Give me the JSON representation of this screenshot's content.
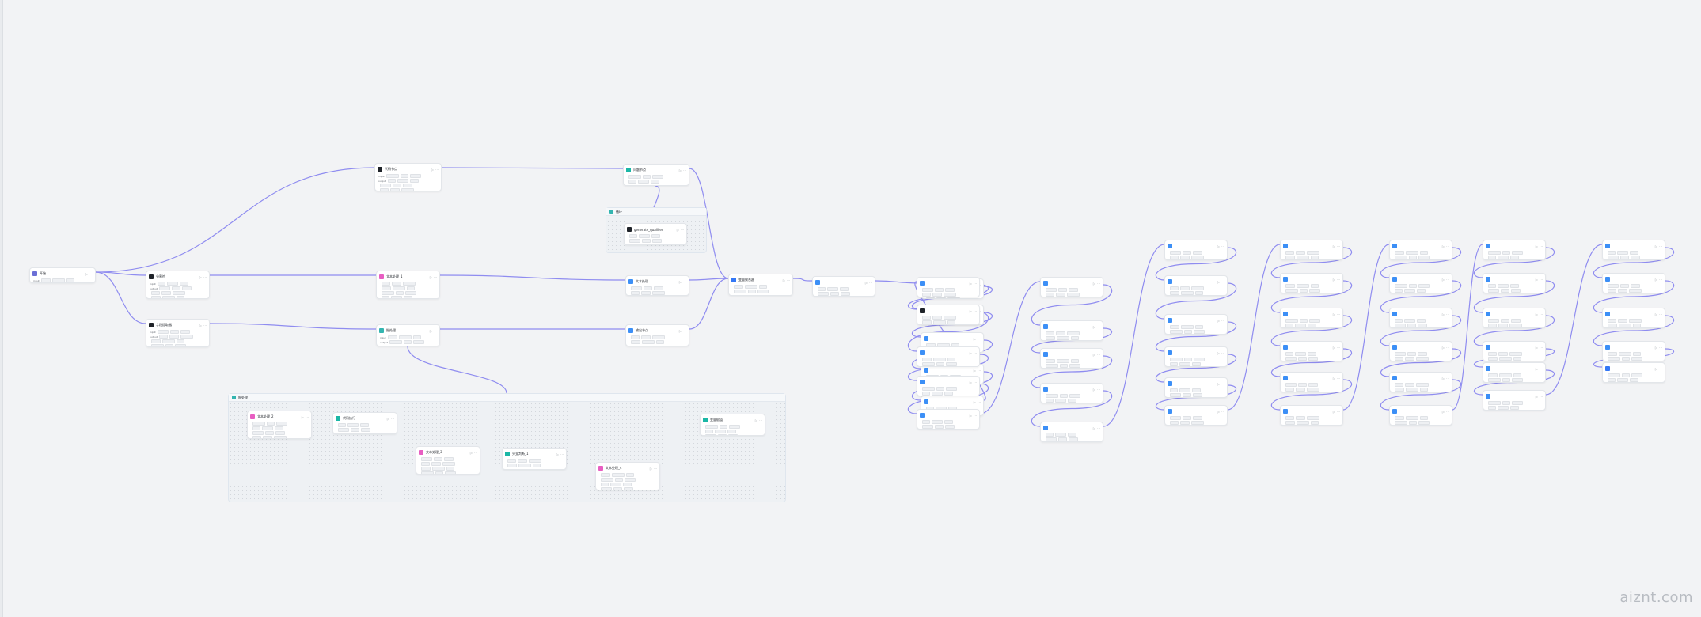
{
  "colors": {
    "edge": "#8f8cf0",
    "start": "#6b6fd6",
    "code": "#1f2329",
    "tool": "#3c8ff6",
    "text": "#e85ec2",
    "loop": "#33b5b0",
    "condition": "#1bb7a6",
    "llm": "#3c8ff6",
    "var": "#3478f6"
  },
  "watermark": "aiznt.com",
  "groups": [
    {
      "id": "g1",
      "title": "循环"
    },
    {
      "id": "g2",
      "title": "批处理"
    }
  ],
  "nodes": [
    {
      "id": "start",
      "title": "开始",
      "icon": "start-icon",
      "color": "start",
      "rows": [
        "input"
      ]
    },
    {
      "id": "n1",
      "title": "代码节点",
      "icon": "code-icon",
      "color": "code",
      "rows": [
        "input",
        "output",
        "",
        ""
      ]
    },
    {
      "id": "n2",
      "title": "分割符",
      "icon": "code-icon",
      "color": "code",
      "rows": [
        "input",
        "output",
        "",
        ""
      ]
    },
    {
      "id": "n3",
      "title": "字段提取器",
      "icon": "code-icon",
      "color": "code",
      "rows": [
        "input",
        "output",
        "",
        ""
      ]
    },
    {
      "id": "n4",
      "title": "文本处理_1",
      "icon": "text-icon",
      "color": "text",
      "rows": [
        "",
        "",
        "",
        ""
      ]
    },
    {
      "id": "n5",
      "title": "批处理",
      "icon": "loop-icon",
      "color": "loop",
      "rows": [
        "input",
        "output"
      ]
    },
    {
      "id": "n6",
      "title": "问题节点",
      "icon": "condition-icon",
      "color": "condition",
      "rows": [
        "",
        ""
      ]
    },
    {
      "id": "n7",
      "title": "generate_qualified",
      "icon": "code-icon",
      "color": "code",
      "rows": [
        "",
        ""
      ]
    },
    {
      "id": "n8",
      "title": "文本处理",
      "icon": "tool-icon",
      "color": "tool",
      "rows": [
        "",
        ""
      ]
    },
    {
      "id": "n9",
      "title": "输出节点",
      "icon": "tool-icon",
      "color": "tool",
      "rows": [
        "",
        ""
      ]
    },
    {
      "id": "n10",
      "title": "变量聚合器",
      "icon": "var-icon",
      "color": "var",
      "rows": [
        "",
        ""
      ]
    },
    {
      "id": "l1",
      "title": "文本处理_2",
      "icon": "text-icon",
      "color": "text",
      "rows": [
        "",
        "",
        "",
        ""
      ]
    },
    {
      "id": "l2",
      "title": "代码执行",
      "icon": "condition-icon",
      "color": "condition",
      "rows": [
        "",
        ""
      ]
    },
    {
      "id": "l3",
      "title": "文本处理_3",
      "icon": "text-icon",
      "color": "text",
      "rows": [
        "",
        "",
        "",
        ""
      ]
    },
    {
      "id": "l4",
      "title": "分支判断_1",
      "icon": "condition-icon",
      "color": "condition",
      "rows": [
        "",
        ""
      ]
    },
    {
      "id": "l5",
      "title": "文本处理_4",
      "icon": "text-icon",
      "color": "text",
      "rows": [
        "",
        "",
        "",
        ""
      ]
    },
    {
      "id": "l6",
      "title": "变量赋值",
      "icon": "condition-icon",
      "color": "condition",
      "rows": [
        "",
        "",
        ""
      ]
    },
    {
      "id": "c0",
      "title": "",
      "icon": "llm-icon",
      "color": "llm",
      "rows": [
        "",
        ""
      ]
    },
    {
      "id": "c1a",
      "title": "",
      "icon": "llm-icon",
      "color": "llm",
      "rows": [
        "",
        ""
      ]
    },
    {
      "id": "c1b",
      "title": "",
      "icon": "llm-icon",
      "color": "llm",
      "rows": [
        "",
        ""
      ]
    },
    {
      "id": "c1c",
      "title": "",
      "icon": "llm-icon",
      "color": "llm",
      "rows": [
        "",
        ""
      ]
    },
    {
      "id": "c1d",
      "title": "",
      "icon": "llm-icon",
      "color": "llm",
      "rows": [
        "",
        ""
      ]
    },
    {
      "id": "c1e",
      "title": "",
      "icon": "llm-icon",
      "color": "llm",
      "rows": [
        "",
        ""
      ]
    },
    {
      "id": "c2a",
      "title": "",
      "icon": "llm-icon",
      "color": "llm",
      "rows": [
        "",
        ""
      ]
    },
    {
      "id": "c2b",
      "title": "",
      "icon": "code-icon",
      "color": "code",
      "rows": [
        "",
        ""
      ]
    },
    {
      "id": "c2c",
      "title": "",
      "icon": "llm-icon",
      "color": "llm",
      "rows": [
        "",
        ""
      ]
    },
    {
      "id": "c2d",
      "title": "",
      "icon": "llm-icon",
      "color": "llm",
      "rows": [
        "",
        ""
      ]
    },
    {
      "id": "c2e",
      "title": "",
      "icon": "llm-icon",
      "color": "llm",
      "rows": [
        "",
        ""
      ]
    },
    {
      "id": "c3a",
      "title": "",
      "icon": "llm-icon",
      "color": "llm",
      "rows": [
        "",
        ""
      ]
    },
    {
      "id": "c3b",
      "title": "",
      "icon": "llm-icon",
      "color": "llm",
      "rows": [
        "",
        ""
      ]
    },
    {
      "id": "c3c",
      "title": "",
      "icon": "llm-icon",
      "color": "llm",
      "rows": [
        "",
        ""
      ]
    },
    {
      "id": "c3d",
      "title": "",
      "icon": "llm-icon",
      "color": "llm",
      "rows": [
        "",
        ""
      ]
    },
    {
      "id": "c3e",
      "title": "",
      "icon": "llm-icon",
      "color": "llm",
      "rows": [
        "",
        ""
      ]
    },
    {
      "id": "c4a",
      "title": "",
      "icon": "llm-icon",
      "color": "llm",
      "rows": [
        "",
        ""
      ]
    },
    {
      "id": "c4b",
      "title": "",
      "icon": "llm-icon",
      "color": "llm",
      "rows": [
        "",
        ""
      ]
    },
    {
      "id": "c4c",
      "title": "",
      "icon": "llm-icon",
      "color": "llm",
      "rows": [
        "",
        ""
      ]
    },
    {
      "id": "c4d",
      "title": "",
      "icon": "llm-icon",
      "color": "llm",
      "rows": [
        "",
        ""
      ]
    },
    {
      "id": "c4e",
      "title": "",
      "icon": "llm-icon",
      "color": "llm",
      "rows": [
        "",
        ""
      ]
    },
    {
      "id": "c4f",
      "title": "",
      "icon": "llm-icon",
      "color": "llm",
      "rows": [
        "",
        ""
      ]
    },
    {
      "id": "c5a",
      "title": "",
      "icon": "tool-icon",
      "color": "tool",
      "rows": [
        "",
        ""
      ]
    },
    {
      "id": "c5b",
      "title": "",
      "icon": "tool-icon",
      "color": "tool",
      "rows": [
        "",
        ""
      ]
    },
    {
      "id": "c5c",
      "title": "",
      "icon": "tool-icon",
      "color": "tool",
      "rows": [
        "",
        ""
      ]
    },
    {
      "id": "c5d",
      "title": "",
      "icon": "tool-icon",
      "color": "tool",
      "rows": [
        "",
        ""
      ]
    },
    {
      "id": "c5e",
      "title": "",
      "icon": "tool-icon",
      "color": "tool",
      "rows": [
        "",
        ""
      ]
    },
    {
      "id": "c5f",
      "title": "",
      "icon": "tool-icon",
      "color": "tool",
      "rows": [
        "",
        ""
      ]
    },
    {
      "id": "c6a",
      "title": "",
      "icon": "tool-icon",
      "color": "tool",
      "rows": [
        "",
        ""
      ]
    },
    {
      "id": "c6b",
      "title": "",
      "icon": "tool-icon",
      "color": "tool",
      "rows": [
        "",
        ""
      ]
    },
    {
      "id": "c6c",
      "title": "",
      "icon": "tool-icon",
      "color": "tool",
      "rows": [
        "",
        ""
      ]
    },
    {
      "id": "c6d",
      "title": "",
      "icon": "tool-icon",
      "color": "tool",
      "rows": [
        "",
        ""
      ]
    },
    {
      "id": "c6e",
      "title": "",
      "icon": "tool-icon",
      "color": "tool",
      "rows": [
        "",
        ""
      ]
    },
    {
      "id": "c6f",
      "title": "",
      "icon": "tool-icon",
      "color": "tool",
      "rows": [
        "",
        ""
      ]
    },
    {
      "id": "c7a",
      "title": "",
      "icon": "tool-icon",
      "color": "tool",
      "rows": [
        "",
        ""
      ]
    },
    {
      "id": "c7b",
      "title": "",
      "icon": "tool-icon",
      "color": "tool",
      "rows": [
        "",
        ""
      ]
    },
    {
      "id": "c7c",
      "title": "",
      "icon": "tool-icon",
      "color": "tool",
      "rows": [
        "",
        ""
      ]
    },
    {
      "id": "c7d",
      "title": "",
      "icon": "tool-icon",
      "color": "tool",
      "rows": [
        "",
        ""
      ]
    },
    {
      "id": "c7e",
      "title": "",
      "icon": "tool-icon",
      "color": "tool",
      "rows": [
        "",
        ""
      ]
    },
    {
      "id": "c7f",
      "title": "",
      "icon": "tool-icon",
      "color": "tool",
      "rows": [
        "",
        ""
      ]
    },
    {
      "id": "c8a",
      "title": "",
      "icon": "tool-icon",
      "color": "tool",
      "rows": [
        "",
        ""
      ]
    },
    {
      "id": "c8b",
      "title": "",
      "icon": "tool-icon",
      "color": "tool",
      "rows": [
        "",
        ""
      ]
    },
    {
      "id": "c8c",
      "title": "",
      "icon": "tool-icon",
      "color": "tool",
      "rows": [
        "",
        ""
      ]
    },
    {
      "id": "c8d",
      "title": "",
      "icon": "tool-icon",
      "color": "tool",
      "rows": [
        "",
        ""
      ]
    },
    {
      "id": "c8e",
      "title": "",
      "icon": "var-icon",
      "color": "var",
      "rows": [
        "",
        ""
      ]
    }
  ]
}
